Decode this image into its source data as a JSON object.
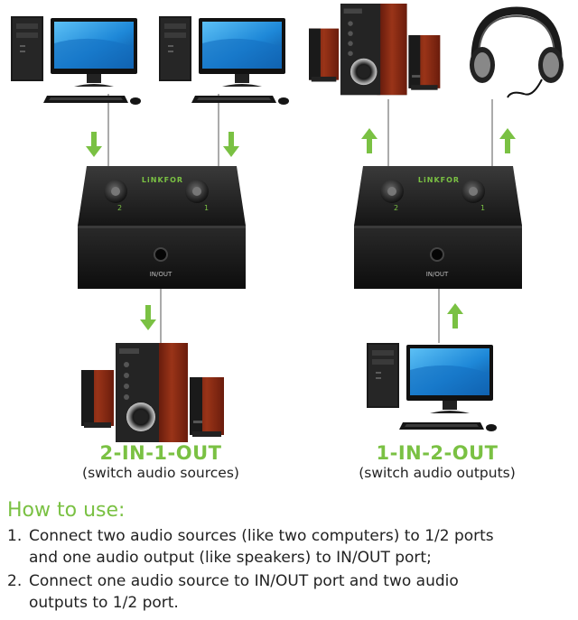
{
  "device": {
    "brand": "LiNKFOR",
    "port_label": "IN/OUT",
    "port1_label": "1",
    "port2_label": "2"
  },
  "modes": [
    {
      "title": "2-IN-1-OUT",
      "subtitle": "(switch audio sources)"
    },
    {
      "title": "1-IN-2-OUT",
      "subtitle": "(switch audio outputs)"
    }
  ],
  "howto": {
    "heading": "How to use:",
    "steps": [
      {
        "num": "1.",
        "line1": "Connect two audio sources (like two computers) to 1/2 ports",
        "line2": "and one audio output (like speakers) to IN/OUT port;"
      },
      {
        "num": "2.",
        "line1": "Connect one audio source to IN/OUT port and two audio",
        "line2": "outputs to 1/2 port."
      }
    ]
  },
  "colors": {
    "accent": "#7ac143",
    "device_body": "#1c1c1c",
    "wood": "#8a2a16",
    "screen": "#1e88d8"
  },
  "icons": [
    "desktop-computer-icon",
    "speaker-system-icon",
    "headphones-icon",
    "audio-switch-icon",
    "arrow-down-icon",
    "arrow-up-icon"
  ]
}
